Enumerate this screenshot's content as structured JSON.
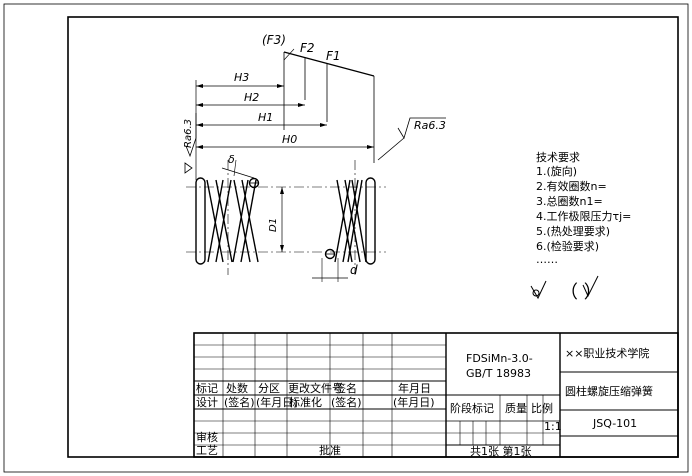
{
  "drawing": {
    "force_labels": {
      "f3": "(F3)",
      "f2": "F2",
      "f1": "F1"
    },
    "height_labels": {
      "h3": "H3",
      "h2": "H2",
      "h1": "H1",
      "h0": "H0"
    },
    "roughness": {
      "left": "Ra6.3",
      "right": "Ra6.3"
    },
    "dims": {
      "pitch": "δ",
      "diameter": "D1",
      "wire": "d"
    }
  },
  "tech_requirements": {
    "title": "技术要求",
    "items": [
      "1.(旋向)",
      "2.有效圈数n=",
      "3.总圈数n1=",
      "4.工作极限压力τj=",
      "5.(热处理要求)",
      "6.(检验要求)",
      "……"
    ],
    "paren_mark": "（ ）"
  },
  "title_block": {
    "material_line1": "FDSiMn-3.0-",
    "material_line2": "GB/T 18983",
    "company": "××职业技术学院",
    "part_name": "圆柱螺旋压缩弹簧",
    "drawing_no": "JSQ-101",
    "scale_label": "比例",
    "scale_value": "1:1",
    "stage_label": "阶段标记",
    "mass_label": "质量",
    "sheets": "共1张  第1张",
    "approve": "批准",
    "headers_row1": [
      "标记",
      "处数",
      "分区",
      "更改文件号",
      "签名",
      "年月日"
    ],
    "headers_row2": [
      "设计",
      "(签名)",
      "(年月日)",
      "标准化",
      "(签名)",
      "(年月日)"
    ],
    "review": "审核",
    "process": "工艺"
  }
}
